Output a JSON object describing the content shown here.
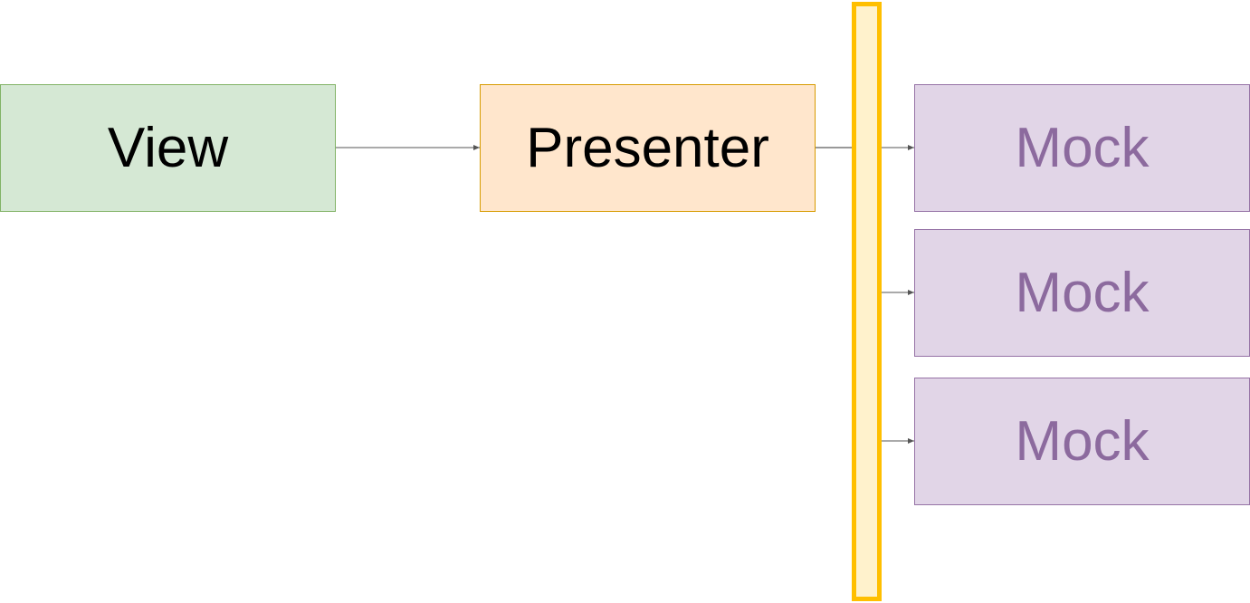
{
  "diagram": {
    "nodes": {
      "view": {
        "label": "View",
        "fill": "#d5e8d4",
        "stroke": "#82b366"
      },
      "presenter": {
        "label": "Presenter",
        "fill": "#ffe6cc",
        "stroke": "#d79b00"
      },
      "mocks": [
        {
          "label": "Mock"
        },
        {
          "label": "Mock"
        },
        {
          "label": "Mock"
        }
      ],
      "mock_style": {
        "fill": "#e1d5e7",
        "stroke": "#9673a6",
        "text": "#8c6a9e"
      },
      "interface_bar": {
        "fill": "#fff2cc",
        "stroke": "#ffbf00"
      }
    },
    "edges": [
      {
        "from": "view",
        "to": "presenter"
      },
      {
        "from": "presenter",
        "to": "mock-1"
      },
      {
        "from": "interface-bar",
        "to": "mock-2"
      },
      {
        "from": "interface-bar",
        "to": "mock-3"
      }
    ],
    "edge_color": "#555555"
  }
}
